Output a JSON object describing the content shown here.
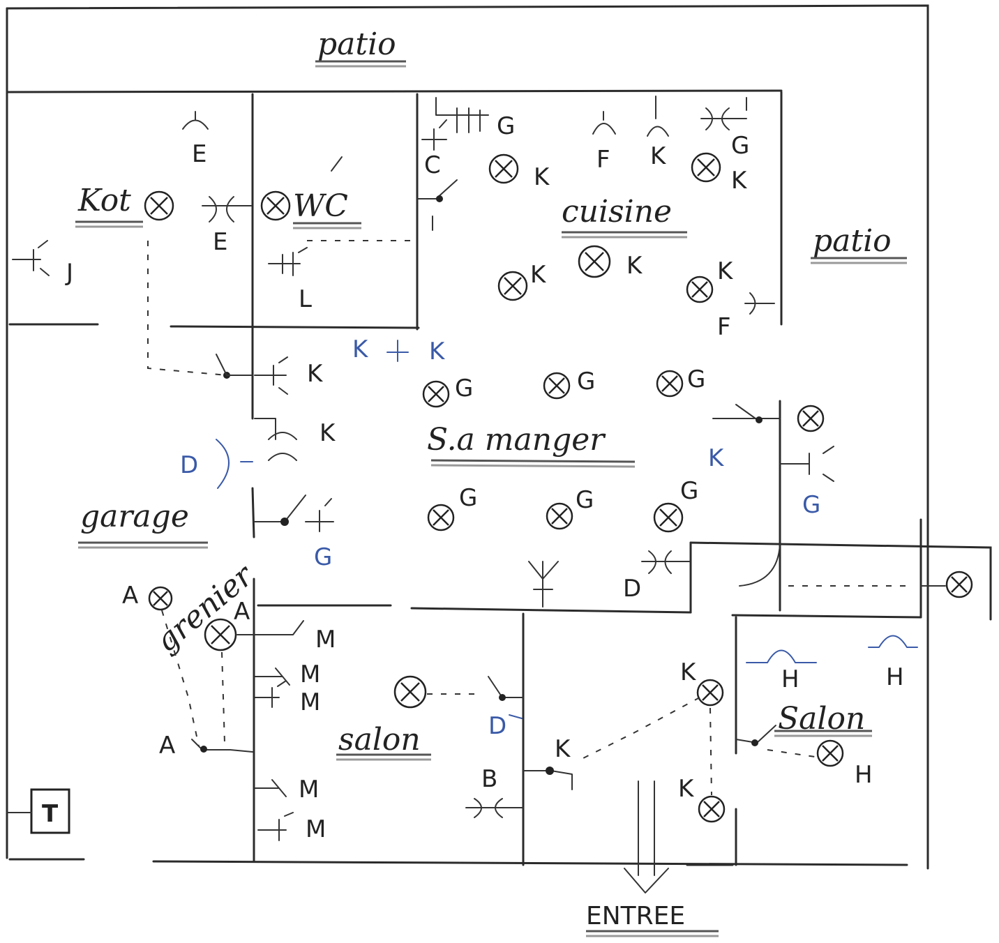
{
  "rooms": {
    "patio_top": "patio",
    "patio_right": "patio",
    "kot": "Kot",
    "wc": "WC",
    "cuisine": "cuisine",
    "s_a_manger": "S.a manger",
    "garage": "garage",
    "salon_center": "salon",
    "salon_right": "Salon",
    "entree": "ENTREE",
    "grenier": "grenier"
  },
  "tableau_label": "T",
  "letters": {
    "E": "E",
    "J": "J",
    "L": "L",
    "C": "C",
    "G": "G",
    "K": "K",
    "F": "F",
    "D": "D",
    "A": "A",
    "M": "M",
    "B": "B",
    "H": "H"
  },
  "colors": {
    "ink": "#222222",
    "blue_ink": "#3a5aa8"
  }
}
